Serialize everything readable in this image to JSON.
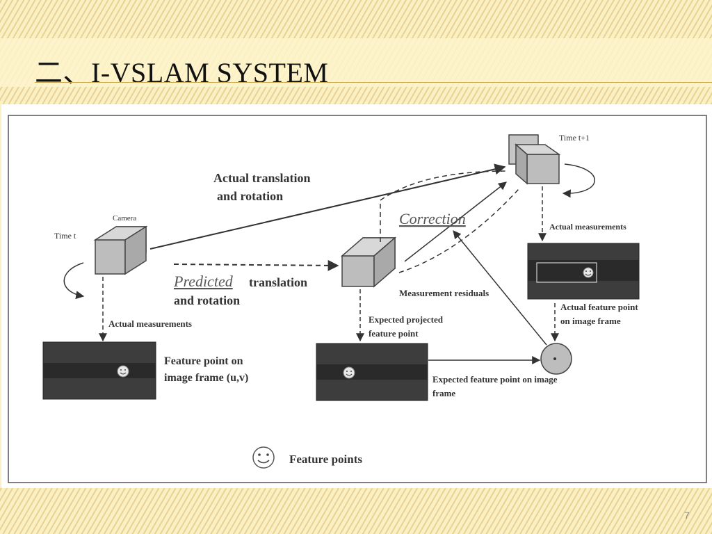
{
  "slide": {
    "title": "二、I-VSLAM SYSTEM",
    "page_number": "7"
  },
  "diagram": {
    "time_t_label": "Time t",
    "camera_label": "Camera",
    "time_t1_label": "Time t+1",
    "actual_translation_line1": "Actual translation",
    "actual_translation_line2": "and rotation",
    "correction_label": "Correction",
    "predicted_word": "Predicted",
    "predicted_rest": " translation",
    "predicted_line2": "and rotation",
    "actual_measurements_left": "Actual measurements",
    "actual_measurements_right": "Actual measurements",
    "measurement_residuals": "Measurement residuals",
    "expected_projected_line1": "Expected projected",
    "expected_projected_line2": "feature point",
    "feature_point_line1": "Feature point on",
    "feature_point_line2": "image frame (u,v)",
    "actual_feature_line1": "Actual feature point",
    "actual_feature_line2": "on image frame",
    "expected_feature_line1": "Expected feature point on image",
    "expected_feature_line2": "frame",
    "legend_label": "Feature points"
  },
  "colors": {
    "background": "#fbf0c4",
    "stripe": "#d6ba68",
    "image_frame": "#3d3d3d",
    "image_band": "#2a2a2a",
    "camera_face": "#bdbdbd"
  },
  "icons": [
    "camera-cube-icon",
    "smiley-icon",
    "arrow-icon",
    "rotation-arrow-icon"
  ]
}
